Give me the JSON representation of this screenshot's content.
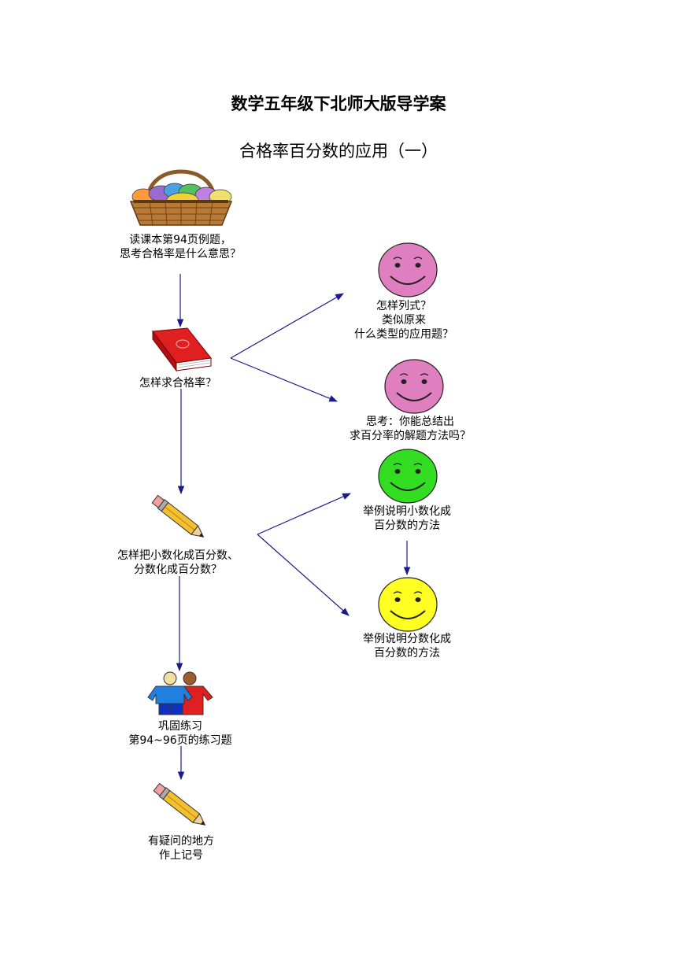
{
  "header": {
    "title": "数学五年级下北师大版导学案",
    "subtitle": "合格率百分数的应用（一）"
  },
  "left_steps": [
    {
      "icon": "basket-icon",
      "lines": [
        "读课本第94页例题，",
        "思考合格率是什么意思？"
      ]
    },
    {
      "icon": "book-icon",
      "lines": [
        "怎样求合格率？"
      ]
    },
    {
      "icon": "pencil-icon",
      "lines": [
        "怎样把小数化成百分数、",
        "分数化成百分数？"
      ]
    },
    {
      "icon": "people-icon",
      "lines": [
        "巩固练习",
        "第94~96页的练习题"
      ]
    },
    {
      "icon": "pencil-icon",
      "lines": [
        "有疑问的地方",
        "作上记号"
      ]
    }
  ],
  "right_prompts": [
    {
      "icon": "smiley-face-icon",
      "color": "#e07fc0",
      "lines": [
        "怎样列式？",
        "类似原来",
        "什么类型的应用题？"
      ]
    },
    {
      "icon": "smiley-face-icon",
      "color": "#e07fc0",
      "lines": [
        "思考：你能总结出",
        "求百分率的解题方法吗？"
      ]
    },
    {
      "icon": "smiley-face-icon",
      "color": "#33dd22",
      "lines": [
        "举例说明小数化成",
        "百分数的方法"
      ]
    },
    {
      "icon": "smiley-face-icon",
      "color": "#ffff22",
      "lines": [
        "举例说明分数化成",
        "百分数的方法"
      ]
    }
  ]
}
